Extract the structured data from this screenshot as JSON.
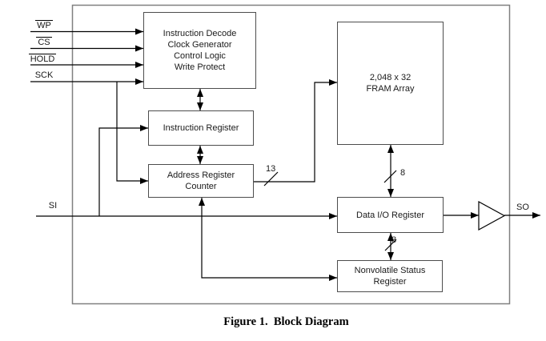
{
  "figure": {
    "caption": "Figure 1.  Block Diagram"
  },
  "signals": {
    "wp": {
      "label": "WP",
      "overline": true
    },
    "cs": {
      "label": "CS",
      "overline": true
    },
    "hold": {
      "label": "HOLD",
      "overline": true
    },
    "sck": {
      "label": "SCK",
      "overline": false
    },
    "si": {
      "label": "SI",
      "overline": false
    },
    "so": {
      "label": "SO",
      "overline": false
    }
  },
  "blocks": {
    "decode": {
      "lines": [
        "Instruction Decode",
        "Clock Generator",
        "Control Logic",
        "Write Protect"
      ]
    },
    "instruction_register": {
      "lines": [
        "Instruction Register"
      ]
    },
    "address_register": {
      "lines": [
        "Address Register",
        "Counter"
      ]
    },
    "fram_array": {
      "lines": [
        "2,048 x 32",
        "FRAM Array"
      ]
    },
    "data_io_register": {
      "lines": [
        "Data I/O Register"
      ]
    },
    "nv_status_register": {
      "lines": [
        "Nonvolatile Status",
        "Register"
      ]
    }
  },
  "bus_widths": {
    "address": "13",
    "data": "8",
    "status": "3"
  },
  "colors": {
    "background": "#ffffff",
    "outer_border": "#808080",
    "block_border": "#4d4d4d",
    "wire": "#000000",
    "text": "#1a1a1a"
  }
}
